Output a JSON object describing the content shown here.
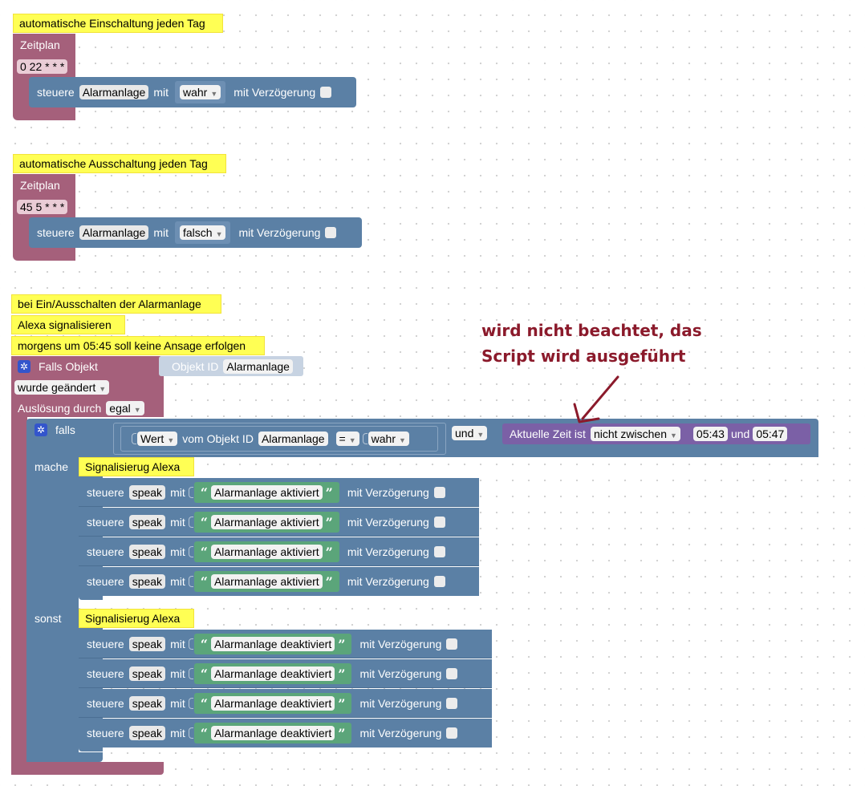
{
  "block1": {
    "comment": "automatische Einschaltung jeden Tag",
    "zeitplan_label": "Zeitplan",
    "cron": "0 22 * * *",
    "steuere": "steuere",
    "object": "Alarmanlage",
    "mit": "mit",
    "value": "wahr",
    "verzoegerung": "mit Verzögerung"
  },
  "block2": {
    "comment": "automatische Ausschaltung jeden Tag",
    "zeitplan_label": "Zeitplan",
    "cron": "45 5 * * *",
    "steuere": "steuere",
    "object": "Alarmanlage",
    "mit": "mit",
    "value": "falsch",
    "verzoegerung": "mit Verzögerung"
  },
  "block3": {
    "comments": [
      "bei Ein/Ausschalten der Alarmanlage",
      "Alexa signalisieren",
      "morgens um 05:45 soll keine Ansage erfolgen"
    ],
    "falls_objekt": "Falls Objekt",
    "objekt_id_label": "Objekt ID",
    "objekt_id_value": "Alarmanlage",
    "wurde_geaendert": "wurde geändert",
    "ausloesung_durch": "Auslösung durch",
    "egal": "egal",
    "falls": "falls",
    "wert": "Wert",
    "vom_objekt_id": "vom Objekt ID",
    "objekt": "Alarmanlage",
    "equals": "=",
    "wahr": "wahr",
    "und": "und",
    "aktuelle_zeit_ist": "Aktuelle Zeit ist",
    "nicht_zwischen": "nicht zwischen",
    "time_from": "05:43",
    "und2": "und",
    "time_to": "05:47",
    "mache": "mache",
    "sonst": "sonst",
    "signal_comment": "Signalisierug Alexa",
    "steuere": "steuere",
    "speak": "speak",
    "mit": "mit",
    "aktiviert_text": "Alarmanlage aktiviert",
    "deaktiviert_text": "Alarmanlage deaktiviert",
    "verzoegerung": "mit Verzögerung"
  },
  "annotation": {
    "line1": "wird nicht beachtet, das",
    "line2": "Script wird ausgeführt"
  },
  "colors": {
    "trigger": "#a5607b",
    "action": "#5b80a5",
    "time": "#7b60a6",
    "text": "#5ba57a",
    "comment": "#ffff54",
    "annotation": "#8b1a2b"
  }
}
